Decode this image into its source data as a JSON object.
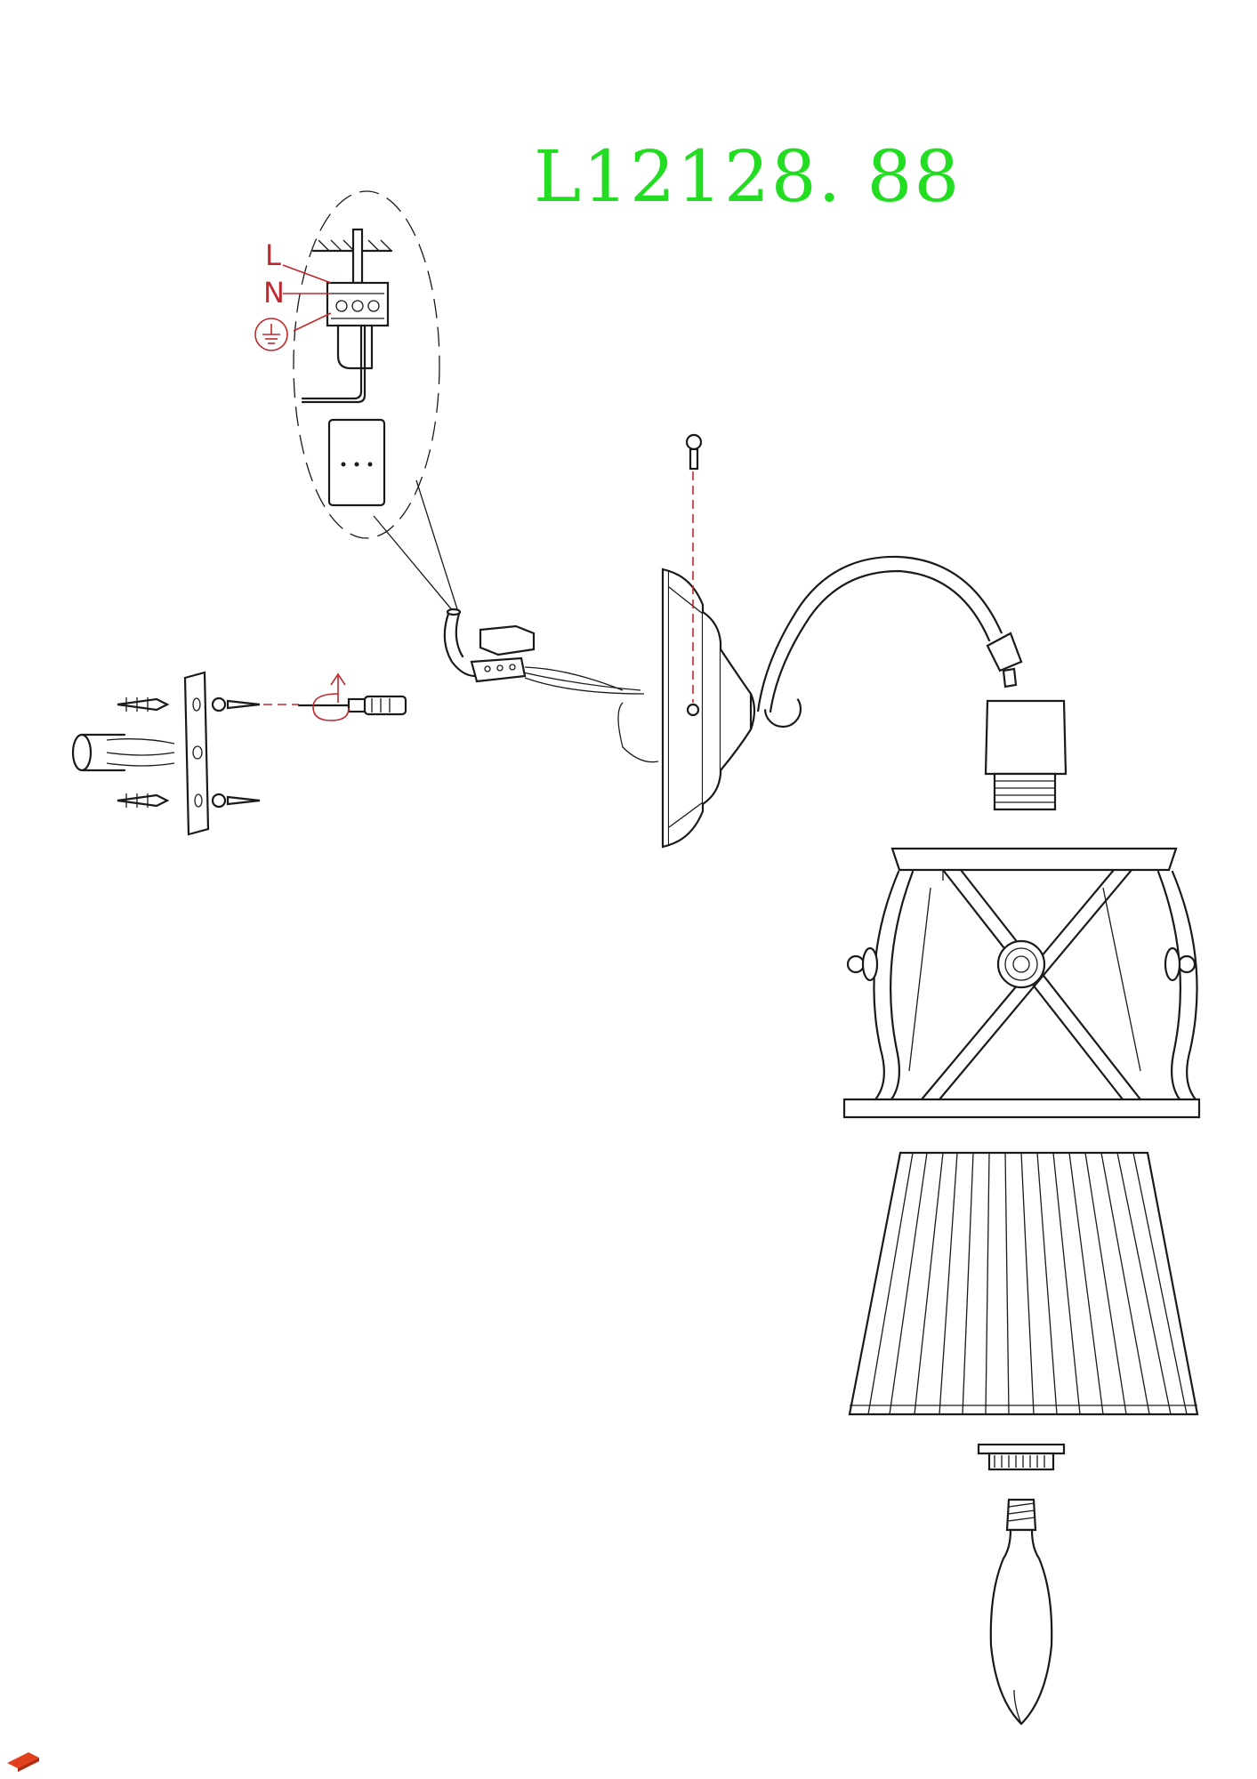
{
  "header": {
    "model_number": "L12128. 88"
  },
  "wiring_detail": {
    "live_label": "L",
    "neutral_label": "N",
    "earth_symbol": "earth-ground-icon"
  },
  "colors": {
    "title": "#22dd22",
    "wiring_labels": "#c0282e",
    "lines": "#1a1a1a"
  }
}
